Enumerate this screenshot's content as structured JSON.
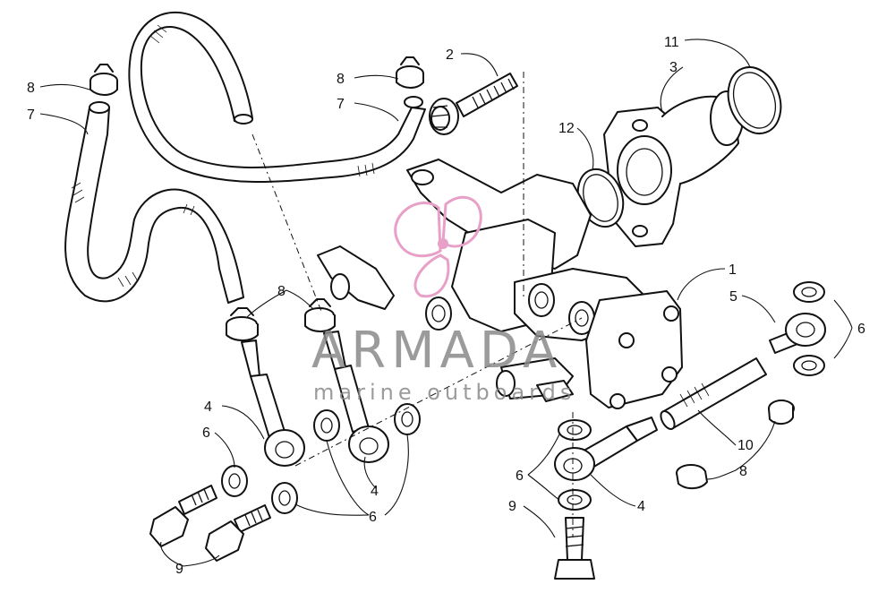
{
  "diagram": {
    "callouts": {
      "c1": "1",
      "c2": "2",
      "c3": "3",
      "c4a": "4",
      "c4b": "4",
      "c4c": "4",
      "c5": "5",
      "c6a": "6",
      "c6b": "6",
      "c6c": "6",
      "c6d": "6",
      "c7a": "7",
      "c7b": "7",
      "c8a": "8",
      "c8b": "8",
      "c8c": "8",
      "c8d": "8",
      "c9a": "9",
      "c9b": "9",
      "c10": "10",
      "c11": "11",
      "c12": "12"
    }
  },
  "watermark": {
    "brand": "ARMADA",
    "tagline": "marine outboards",
    "text_color": "#8a8a8a",
    "logo_color": "#e8a0c8"
  }
}
